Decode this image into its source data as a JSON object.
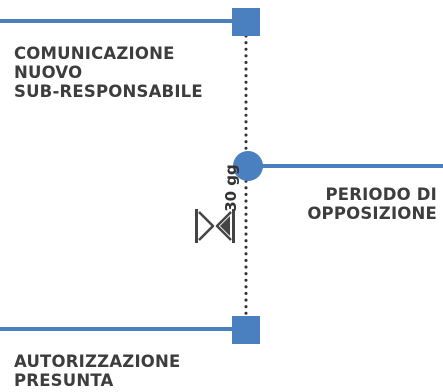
{
  "colors": {
    "accent": "#4a7fc0",
    "text": "#3d3d3d",
    "dots": "#333333",
    "icon": "#444444"
  },
  "events": [
    {
      "id": "comunicazione",
      "lines": [
        "COMUNICAZIONE",
        "NUOVO",
        "SUB-RESPONSABILE"
      ],
      "marker": "square"
    },
    {
      "id": "opposizione",
      "lines": [
        "PERIODO DI",
        "OPPOSIZIONE"
      ],
      "marker": "circle"
    },
    {
      "id": "autorizzazione",
      "lines": [
        "AUTORIZZAZIONE",
        "PRESUNTA"
      ],
      "marker": "square"
    }
  ],
  "duration": {
    "label": "30 gg",
    "icon": "hourglass-icon"
  }
}
